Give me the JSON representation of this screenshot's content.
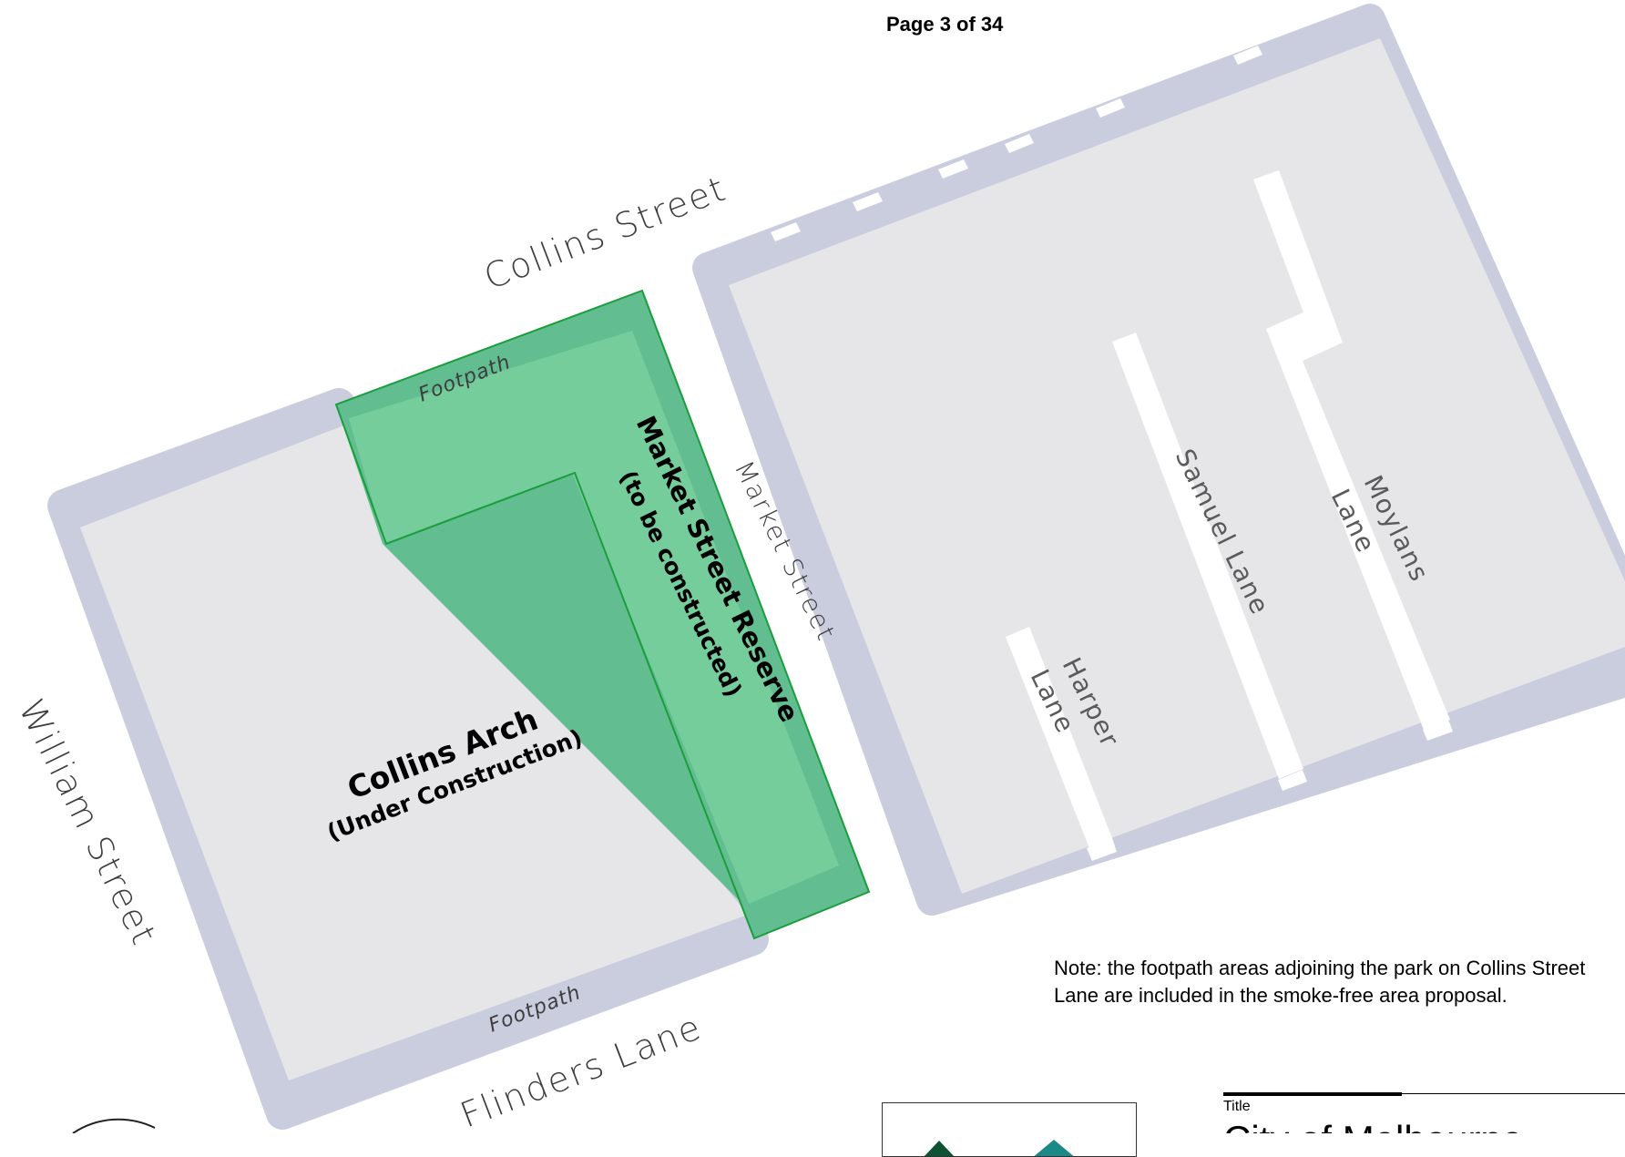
{
  "header": {
    "page_number": "Page 3 of 34"
  },
  "streets": {
    "collins": "Collins  Street",
    "william": "William  Street",
    "flinders": "Flinders Lane",
    "market": "Market  Street"
  },
  "lanes": {
    "samuel": "Samuel  Lane",
    "harper_line1": "Harper",
    "harper_line2": "Lane",
    "moylans_line1": "Moylans",
    "moylans_line2": "Lane"
  },
  "features": {
    "footpath_top": "Footpath",
    "footpath_bottom": "Footpath",
    "reserve_title": "Market Street Reserve",
    "reserve_subtitle": "(to be constructed)",
    "arch_title": "Collins Arch",
    "arch_subtitle": "(Under Construction)"
  },
  "note": {
    "line1": "Note: the footpath areas adjoining the park on Collins Street",
    "line2": "Lane are included in the smoke-free area proposal."
  },
  "title_block": {
    "caption": "Title",
    "title": "City of Melbourne"
  },
  "colors": {
    "block_fill": "#e6e6e8",
    "footpath_border": "#cacdde",
    "reserve_fill": "#76cd9c",
    "reserve_footpath": "#62bd90",
    "reserve_outline": "#1a9e3c",
    "logo_dark": "#0e5233",
    "logo_teal": "#1b8a86"
  }
}
